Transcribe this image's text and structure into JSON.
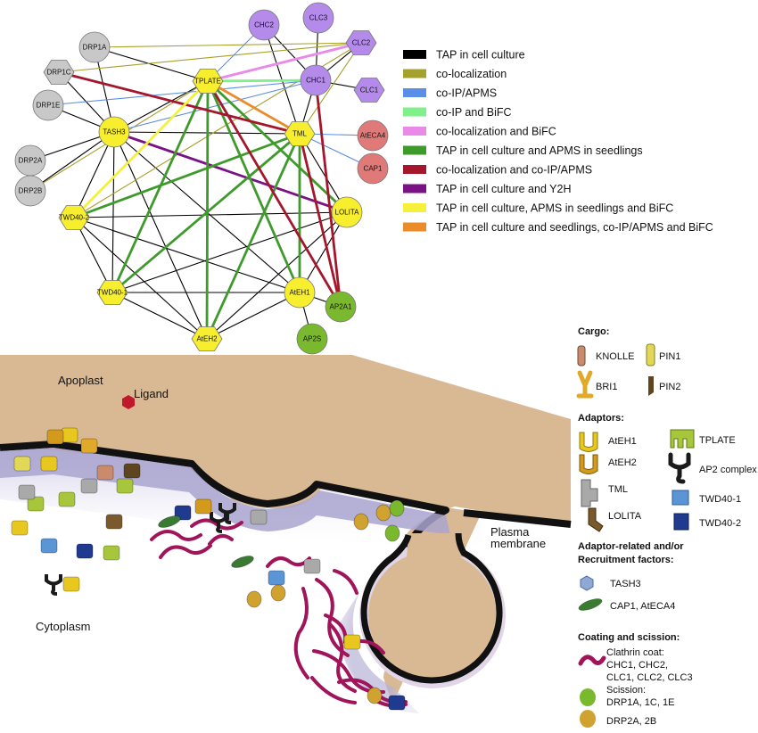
{
  "network": {
    "nodes": [
      {
        "id": "CHC2",
        "label": "CHC2",
        "shape": "circle",
        "group": "clathrin"
      },
      {
        "id": "CLC3",
        "label": "CLC3",
        "shape": "circle",
        "group": "clathrin"
      },
      {
        "id": "CLC2",
        "label": "CLC2",
        "shape": "hexagon",
        "group": "clathrin"
      },
      {
        "id": "CHC1",
        "label": "CHC1",
        "shape": "circle",
        "group": "clathrin"
      },
      {
        "id": "CLC1",
        "label": "CLC1",
        "shape": "hexagon",
        "group": "clathrin"
      },
      {
        "id": "DRP1A",
        "label": "DRP1A",
        "shape": "circle",
        "group": "dynamin"
      },
      {
        "id": "DRP1C",
        "label": "DRP1C",
        "shape": "hexagon",
        "group": "dynamin"
      },
      {
        "id": "DRP1E",
        "label": "DRP1E",
        "shape": "circle",
        "group": "dynamin"
      },
      {
        "id": "DRP2A",
        "label": "DRP2A",
        "shape": "circle",
        "group": "dynamin"
      },
      {
        "id": "DRP2B",
        "label": "DRP2B",
        "shape": "circle",
        "group": "dynamin"
      },
      {
        "id": "TPLATE",
        "label": "TPLATE",
        "shape": "hexagon",
        "group": "tplate"
      },
      {
        "id": "TASH3",
        "label": "TASH3",
        "shape": "circle",
        "group": "tplate"
      },
      {
        "id": "TML",
        "label": "TML",
        "shape": "hexagon",
        "group": "tplate"
      },
      {
        "id": "TWD40-2",
        "label": "TWD40-2",
        "shape": "hexagon",
        "group": "tplate"
      },
      {
        "id": "LOLITA",
        "label": "LOLITA",
        "shape": "circle",
        "group": "tplate"
      },
      {
        "id": "TWD40-1",
        "label": "TWD40-1",
        "shape": "hexagon",
        "group": "tplate"
      },
      {
        "id": "AtEH1",
        "label": "AtEH1",
        "shape": "circle",
        "group": "tplate"
      },
      {
        "id": "AtEH2",
        "label": "AtEH2",
        "shape": "hexagon",
        "group": "tplate"
      },
      {
        "id": "AtECA4",
        "label": "AtECA4",
        "shape": "circle",
        "group": "recruit"
      },
      {
        "id": "CAP1",
        "label": "CAP1",
        "shape": "circle",
        "group": "recruit"
      },
      {
        "id": "AP2A1",
        "label": "AP2A1",
        "shape": "circle",
        "group": "ap2"
      },
      {
        "id": "AP2S",
        "label": "AP2S",
        "shape": "circle",
        "group": "ap2"
      }
    ],
    "group_colors": {
      "clathrin": "#b48bea",
      "dynamin": "#c8c8c8",
      "tplate": "#f7ee2e",
      "recruit": "#e07a78",
      "ap2": "#7ab82e"
    },
    "edge_types": [
      {
        "id": "tap",
        "label": "TAP in cell culture",
        "color": "#000000"
      },
      {
        "id": "coloc",
        "label": "co-localization",
        "color": "#a6a02c"
      },
      {
        "id": "coip",
        "label": "co-IP/APMS",
        "color": "#5b8ee6"
      },
      {
        "id": "coip_bifc",
        "label": "co-IP and BiFC",
        "color": "#7ff08a"
      },
      {
        "id": "coloc_bifc",
        "label": "co-localization and BiFC",
        "color": "#ea8ae8"
      },
      {
        "id": "tap_apms",
        "label": "TAP in cell culture and APMS in seedlings",
        "color": "#3f9a2c"
      },
      {
        "id": "coloc_coip",
        "label": "co-localization and co-IP/APMS",
        "color": "#a4162c"
      },
      {
        "id": "tap_y2h",
        "label": "TAP in cell culture and Y2H",
        "color": "#7a1285"
      },
      {
        "id": "tap_apms_bifc",
        "label": "TAP in cell culture, APMS in seedlings and BiFC",
        "color": "#f5f03a"
      },
      {
        "id": "tap_all",
        "label": "TAP in cell culture and seedlings, co-IP/APMS and BiFC",
        "color": "#ea8c2a"
      }
    ],
    "edges": [
      {
        "from": "TPLATE",
        "to": "TASH3",
        "type": "tap"
      },
      {
        "from": "TPLATE",
        "to": "TWD40-2",
        "type": "tap_apms_bifc"
      },
      {
        "from": "TPLATE",
        "to": "TWD40-1",
        "type": "tap_apms"
      },
      {
        "from": "TPLATE",
        "to": "AtEH1",
        "type": "tap_apms"
      },
      {
        "from": "TPLATE",
        "to": "AtEH2",
        "type": "tap_apms"
      },
      {
        "from": "TPLATE",
        "to": "LOLITA",
        "type": "tap_apms"
      },
      {
        "from": "TPLATE",
        "to": "TML",
        "type": "tap_all"
      },
      {
        "from": "TPLATE",
        "to": "CHC1",
        "type": "coip_bifc"
      },
      {
        "from": "TPLATE",
        "to": "CLC2",
        "type": "coloc_bifc"
      },
      {
        "from": "TPLATE",
        "to": "CHC2",
        "type": "coip"
      },
      {
        "from": "TPLATE",
        "to": "AP2A1",
        "type": "coloc_coip"
      },
      {
        "from": "TML",
        "to": "TASH3",
        "type": "tap"
      },
      {
        "from": "TML",
        "to": "TWD40-2",
        "type": "tap_apms"
      },
      {
        "from": "TML",
        "to": "TWD40-1",
        "type": "tap_apms"
      },
      {
        "from": "TML",
        "to": "AtEH1",
        "type": "tap_apms"
      },
      {
        "from": "TML",
        "to": "AtEH2",
        "type": "tap_apms"
      },
      {
        "from": "TML",
        "to": "LOLITA",
        "type": "tap"
      },
      {
        "from": "TML",
        "to": "CHC1",
        "type": "tap"
      },
      {
        "from": "TML",
        "to": "CLC2",
        "type": "coloc"
      },
      {
        "from": "TML",
        "to": "AtECA4",
        "type": "coip"
      },
      {
        "from": "TML",
        "to": "CAP1",
        "type": "coip"
      },
      {
        "from": "TML",
        "to": "AP2A1",
        "type": "coloc_coip"
      },
      {
        "from": "TML",
        "to": "DRP1C",
        "type": "coloc_coip"
      },
      {
        "from": "TASH3",
        "to": "TWD40-2",
        "type": "tap"
      },
      {
        "from": "TASH3",
        "to": "TWD40-1",
        "type": "tap"
      },
      {
        "from": "TASH3",
        "to": "AtEH1",
        "type": "tap"
      },
      {
        "from": "TASH3",
        "to": "AtEH2",
        "type": "tap"
      },
      {
        "from": "TASH3",
        "to": "LOLITA",
        "type": "tap_y2h"
      },
      {
        "from": "TASH3",
        "to": "DRP1A",
        "type": "tap"
      },
      {
        "from": "TASH3",
        "to": "DRP1C",
        "type": "tap"
      },
      {
        "from": "TASH3",
        "to": "DRP1E",
        "type": "tap"
      },
      {
        "from": "TASH3",
        "to": "DRP2A",
        "type": "tap"
      },
      {
        "from": "TASH3",
        "to": "DRP2B",
        "type": "tap"
      },
      {
        "from": "TASH3",
        "to": "CHC1",
        "type": "coip"
      },
      {
        "from": "TWD40-2",
        "to": "TWD40-1",
        "type": "tap"
      },
      {
        "from": "TWD40-2",
        "to": "AtEH1",
        "type": "tap"
      },
      {
        "from": "TWD40-2",
        "to": "AtEH2",
        "type": "tap"
      },
      {
        "from": "TWD40-2",
        "to": "LOLITA",
        "type": "tap"
      },
      {
        "from": "TWD40-2",
        "to": "CLC2",
        "type": "coloc"
      },
      {
        "from": "TWD40-1",
        "to": "AtEH1",
        "type": "tap"
      },
      {
        "from": "TWD40-1",
        "to": "AtEH2",
        "type": "tap"
      },
      {
        "from": "TWD40-1",
        "to": "LOLITA",
        "type": "tap"
      },
      {
        "from": "AtEH1",
        "to": "AtEH2",
        "type": "tap"
      },
      {
        "from": "AtEH1",
        "to": "LOLITA",
        "type": "tap"
      },
      {
        "from": "AtEH1",
        "to": "AP2A1",
        "type": "tap"
      },
      {
        "from": "AtEH1",
        "to": "AP2S",
        "type": "tap"
      },
      {
        "from": "AtEH2",
        "to": "LOLITA",
        "type": "tap"
      },
      {
        "from": "CHC1",
        "to": "CHC2",
        "type": "tap"
      },
      {
        "from": "CHC1",
        "to": "CLC3",
        "type": "tap"
      },
      {
        "from": "CHC1",
        "to": "CLC2",
        "type": "tap"
      },
      {
        "from": "CHC1",
        "to": "CLC1",
        "type": "tap"
      },
      {
        "from": "CHC1",
        "to": "AP2A1",
        "type": "coloc_coip"
      },
      {
        "from": "CHC2",
        "to": "TML",
        "type": "tap"
      },
      {
        "from": "DRP1A",
        "to": "CLC2",
        "type": "coloc"
      },
      {
        "from": "DRP1C",
        "to": "CLC2",
        "type": "coloc"
      },
      {
        "from": "DRP1E",
        "to": "CHC1",
        "type": "coip"
      },
      {
        "from": "DRP1A",
        "to": "TPLATE",
        "type": "tap"
      },
      {
        "from": "DRP2B",
        "to": "TPLATE",
        "type": "coloc"
      }
    ]
  },
  "scene": {
    "apoplast": "Apoplast",
    "ligand": "Ligand",
    "cytoplasm": "Cytoplasm",
    "plasma_membrane_line1": "Plasma",
    "plasma_membrane_line2": "membrane",
    "colors": {
      "apoplast": "#d9b994",
      "membrane": "#111111",
      "cytosol_shade": "#bdb9d8",
      "clathrin": "#a0145a",
      "ligand": "#c0192c"
    }
  },
  "key": {
    "cargo_title": "Cargo:",
    "cargo": {
      "knolle": "KNOLLE",
      "pin1": "PIN1",
      "bri1": "BRI1",
      "pin2": "PIN2"
    },
    "adaptors_title": "Adaptors:",
    "adaptors": {
      "ateh1": "AtEH1",
      "tplate": "TPLATE",
      "ateh2": "AtEH2",
      "ap2": "AP2 complex",
      "tml": "TML",
      "twd401": "TWD40-1",
      "lolita": "LOLITA",
      "twd402": "TWD40-2"
    },
    "recruit_title_line1": "Adaptor-related and/or",
    "recruit_title_line2": "Recruitment factors:",
    "recruit": {
      "tash3": "TASH3",
      "cap1": "CAP1, AtECA4"
    },
    "coating_title": "Coating and scission:",
    "coating": {
      "clathrin_line1": "Clathrin coat:",
      "clathrin_line2": "CHC1, CHC2,",
      "clathrin_line3": "CLC1, CLC2, CLC3",
      "scission_line1": "Scission:",
      "scission_line2": "DRP1A, 1C, 1E",
      "drp2": "DRP2A, 2B"
    },
    "colors": {
      "knolle": "#c98b6c",
      "pin1": "#e1d85a",
      "bri1": "#e0a92a",
      "pin2": "#5e4520",
      "ateh1": "#e8c81e",
      "ateh2": "#d39a1c",
      "tplate": "#a8c63c",
      "ap2": "#1a1a1a",
      "tml": "#a9a9a9",
      "twd401": "#5b95d6",
      "lolita": "#7a5a2c",
      "twd402": "#1f3a8e",
      "tash3": "#8fa8d4",
      "cap1": "#3a7a32",
      "clathrin": "#a0145a",
      "drp1": "#7ab82e",
      "drp2": "#d0a230"
    }
  }
}
